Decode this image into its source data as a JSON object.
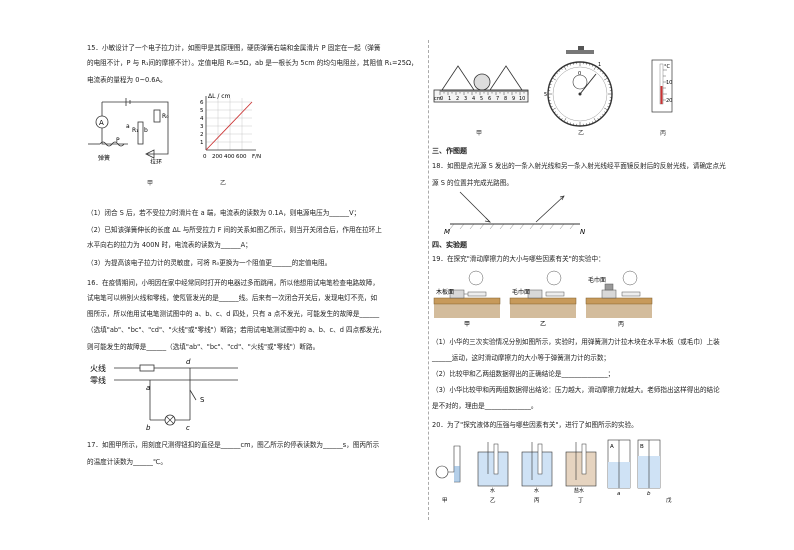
{
  "q15": {
    "l1": "15．小敏设计了一个电子拉力计，如图甲是其原理图，硬质弹簧右端和金属滑片 P 固定在一起（弹簧",
    "l2": "的电阻不计，P 与 R₁间的摩擦不计）。定值电阻 R₀=5Ω，ab 是一根长为 5cm 的均匀电阻丝，其阻值 R₁=25Ω，",
    "l3": "电流表的量程为 0~0.6A。",
    "fig_jia": "甲",
    "fig_yi": "乙",
    "fig_labels": {
      "spring": "弹簧",
      "ring": "拉环",
      "a": "a",
      "b": "b",
      "P": "P",
      "R0": "R₀",
      "R1": "R₁",
      "A": "A"
    },
    "graph": {
      "ylabel": "ΔL / cm",
      "xlabel": "F/N",
      "yticks": [
        "1",
        "2",
        "3",
        "4",
        "5",
        "6"
      ],
      "xticks": [
        "0",
        "200",
        "400",
        "600"
      ]
    },
    "s1": "（1）闭合 S 后，若不受拉力时滑片在 a 端，电流表的读数为 0.1A，则电源电压为______V；",
    "s2a": "（2）已知该弹簧伸长的长度 ΔL 与所受拉力 F 间的关系如图乙所示，则当开关闭合后，作用在拉环上",
    "s2b": "水平向右的拉力为 400N 时，电流表的读数为______A；",
    "s3": "（3）为提高该电子拉力计的灵敏度，可将 R₀更换为一个阻值更______的定值电阻。"
  },
  "q16": {
    "l1": "16．在疫情期间，小明因在家中经常同时打开的电器过多而跳闸，所以他想用试电笔检查电路故障，",
    "l2": "试电笔可以辨别火线和零线，使氖管发光的是______线。后来有一次闭合开关后，发现电灯不亮，如",
    "l3": "图所示，所以他用试电笔测试图中的 a、b、c、d 四处，只有 a 点不发光，可能发生的故障是______",
    "l4": "（选填\"ab\"、\"bc\"、\"cd\"、\"火线\"或\"零线\"）断路；若用试电笔测试图中的 a、b、c、d 四点都发光，",
    "l5": "则可能发生的故障是______（选填\"ab\"、\"bc\"、\"cd\"、\"火线\"或\"零线\"）断路。",
    "fig": {
      "fire": "火线",
      "neutral": "零线",
      "a": "a",
      "b": "b",
      "c": "c",
      "d": "d",
      "S": "S"
    }
  },
  "q17": {
    "l1": "17．如图甲所示，用刻度尺测得钮扣的直径是______cm，图乙所示的停表读数为______s，图丙所示",
    "l2": "的温度计读数为______℃。",
    "ruler_unit": "cm",
    "ruler_ticks": [
      "0",
      "1",
      "2",
      "3",
      "4",
      "5",
      "6",
      "7",
      "8",
      "9",
      "10"
    ],
    "stopwatch": {
      "t0": "0",
      "t5": "5",
      "t1": "1"
    },
    "thermo": {
      "unit": "°C",
      "t20": "20",
      "t10": "10"
    },
    "fig_jia": "甲",
    "fig_yi": "乙",
    "fig_bing": "丙"
  },
  "sec3": "三、作图题",
  "q18": {
    "l1": "18．如图是点光源 S 发出的一条入射光线和另一条入射光线经平面镜反射后的反射光线，请确定点光",
    "l2": "源 S 的位置并完成光路图。",
    "M": "M",
    "N": "N"
  },
  "sec4": "四、实验题",
  "q19": {
    "l0": "19．在探究\"滑动摩擦力的大小与哪些因素有关\"的实验中：",
    "surf1": "木板面",
    "surf2": "毛巾面",
    "surf3": "毛巾面",
    "fig_jia": "甲",
    "fig_yi": "乙",
    "fig_bing": "丙",
    "s1a": "（1）小华的三次实验情况分别如图所示，实验时，用弹簧测力计拉木块在水平木板（或毛巾）上装",
    "s1b": "______运动，这时滑动摩擦力的大小等于弹簧测力计的示数；",
    "s2": "（2）比较甲和乙两组数据得出的正确结论是______________；",
    "s3a": "（3）小华比较甲和丙两组数据得出结论：压力越大，滑动摩擦力就越大。老师指出这样得出的结论",
    "s3b": "是不对的，理由是______________。"
  },
  "q20": {
    "l0": "20．为了\"探究液体的压强与哪些因素有关\"，进行了如图所示的实验。",
    "water1": "水",
    "water2": "水",
    "salt": "盐水",
    "A": "A",
    "B": "B",
    "a": "a",
    "b": "b",
    "figs": [
      "甲",
      "乙",
      "丙",
      "丁",
      "戊"
    ]
  }
}
